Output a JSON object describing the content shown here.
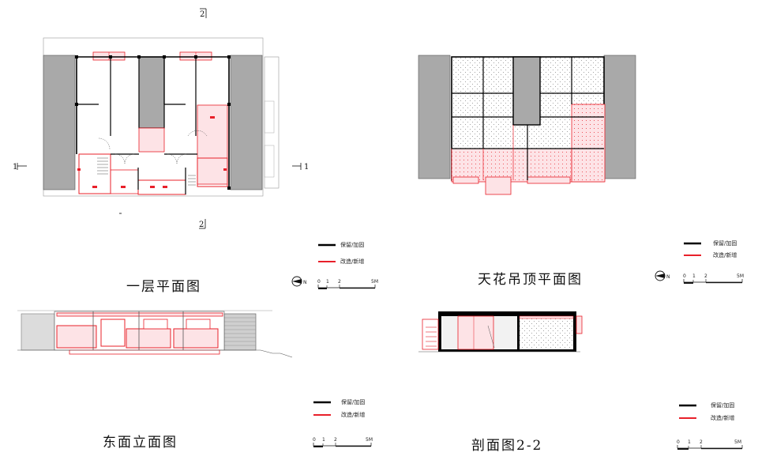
{
  "drawings": {
    "plan": {
      "title": "一层平面图"
    },
    "ceiling": {
      "title": "天花吊顶平面图"
    },
    "elevation": {
      "title": "东面立面图"
    },
    "section": {
      "title": "剖面图2-2"
    }
  },
  "legend": {
    "keep_label": "保留/加固",
    "new_label": "改造/新增",
    "keep_color": "#000000",
    "new_color": "#e8202a"
  },
  "scale_bar": {
    "labels": [
      "0",
      "1",
      "2",
      "5M"
    ]
  },
  "north_arrow": {
    "label": "N"
  },
  "section_marks": {
    "one": "1",
    "two": "2"
  },
  "colors": {
    "shade": "#a9a9a9",
    "new_fill": "#fde3e6",
    "wall": "#000000"
  }
}
